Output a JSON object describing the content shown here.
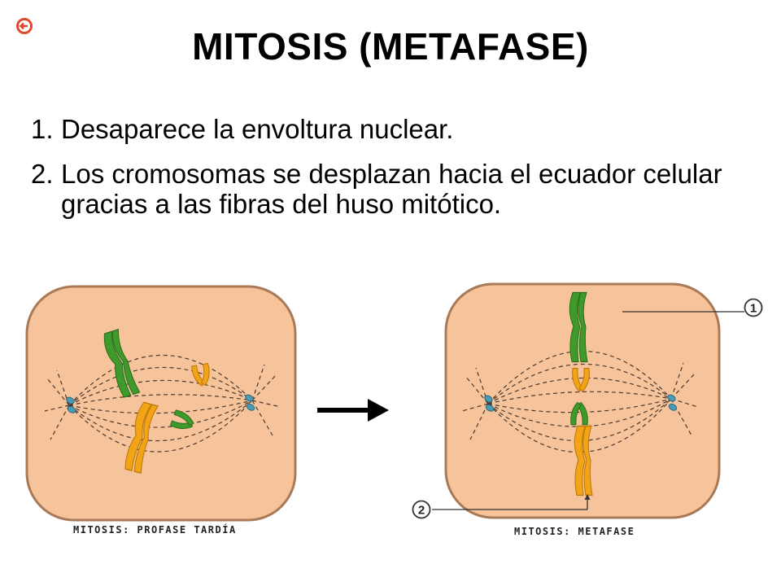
{
  "slide": {
    "title": "MITOSIS (METAFASE)",
    "back_icon": "back-arrow-icon",
    "points": [
      {
        "num": "1.",
        "text": "Desaparece la envoltura nuclear."
      },
      {
        "num": "2.",
        "text": "Los cromosomas se desplazan hacia el ecuador celular gracias a las fibras del huso mitótico."
      }
    ]
  },
  "diagram": {
    "left_caption": "MITOSIS: PROFASE TARDÍA",
    "right_caption": "MITOSIS: METAFASE",
    "callout_1": "1",
    "callout_2": "2",
    "colors": {
      "cell_fill": "#f6c39a",
      "cell_border": "#a87a58",
      "chromosome_green": "#3f9a2c",
      "chromosome_orange": "#f2a316",
      "centrosome": "#4a9cb6",
      "back_icon": "#e0482f"
    }
  }
}
